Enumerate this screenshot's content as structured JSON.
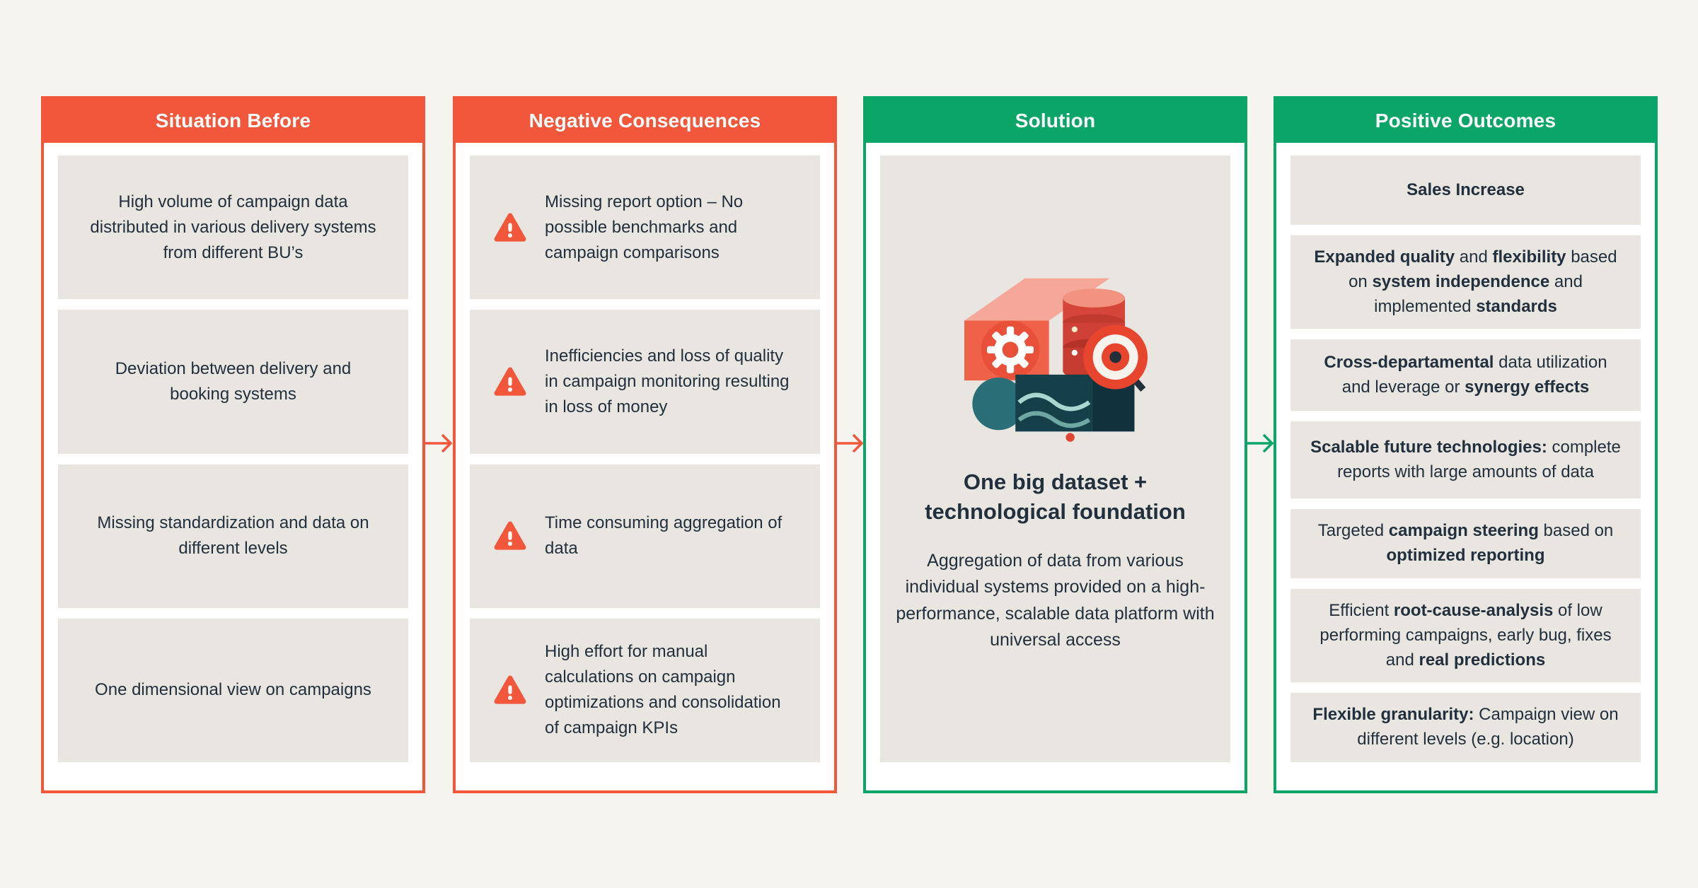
{
  "page": {
    "background": "#f6f4ef"
  },
  "colors": {
    "coral": "#F2573B",
    "green": "#0BA567",
    "box_gray": "#E9E6E1",
    "text": "#222F3C",
    "white": "#FFFFFF"
  },
  "columns": [
    {
      "title": "Situation Before",
      "accent": "#F2573B",
      "items": [
        {
          "text": "High volume of campaign data distributed in various delivery systems from different BU’s"
        },
        {
          "text": "Deviation between delivery and booking systems"
        },
        {
          "text": "Missing standardization and data on different levels"
        },
        {
          "text": "One dimensional view on campaigns"
        }
      ]
    },
    {
      "title": "Negative Consequences",
      "accent": "#F2573B",
      "items": [
        {
          "icon": "warning-icon",
          "text": "Missing report option – No possible benchmarks and campaign comparisons"
        },
        {
          "icon": "warning-icon",
          "text": "Inefficiencies and loss of quality in campaign monitoring resulting in loss of money"
        },
        {
          "icon": "warning-icon",
          "text": "Time consuming aggregation of data"
        },
        {
          "icon": "warning-icon",
          "text": "High effort for manual calculations on campaign optimizations and consolidation of campaign KPIs"
        }
      ]
    },
    {
      "title": "Solution",
      "accent": "#0BA567",
      "illustration": "data-platform-illustration",
      "headline_lines": [
        "One big dataset +",
        "technological foundation"
      ],
      "description": "Aggregation of data from various individual systems provided on a high-performance, scalable data platform with universal access"
    },
    {
      "title": "Positive Outcomes",
      "accent": "#0BA567",
      "items": [
        {
          "segments": [
            {
              "text": "Sales Increase",
              "bold": true
            }
          ]
        },
        {
          "segments": [
            {
              "text": "Expanded quality",
              "bold": true
            },
            {
              "text": " and ",
              "bold": false
            },
            {
              "text": "flexibility",
              "bold": true
            },
            {
              "text": " based on ",
              "bold": false
            },
            {
              "text": "system independence",
              "bold": true
            },
            {
              "text": " and implemented ",
              "bold": false
            },
            {
              "text": "standards",
              "bold": true
            }
          ]
        },
        {
          "segments": [
            {
              "text": "Cross-departamental",
              "bold": true
            },
            {
              "text": " data utilization and leverage or ",
              "bold": false
            },
            {
              "text": "synergy effects",
              "bold": true
            }
          ]
        },
        {
          "segments": [
            {
              "text": "Scalable future technologies:",
              "bold": true
            },
            {
              "text": " complete reports with large amounts of data",
              "bold": false
            }
          ]
        },
        {
          "segments": [
            {
              "text": "Targeted ",
              "bold": false
            },
            {
              "text": "campaign steering",
              "bold": true
            },
            {
              "text": " based on ",
              "bold": false
            },
            {
              "text": "optimized reporting",
              "bold": true
            }
          ]
        },
        {
          "segments": [
            {
              "text": "Efficient ",
              "bold": false
            },
            {
              "text": "root-cause-analysis",
              "bold": true
            },
            {
              "text": " of low performing campaigns, early bug, fixes and ",
              "bold": false
            },
            {
              "text": "real predictions",
              "bold": true
            }
          ]
        },
        {
          "segments": [
            {
              "text": "Flexible granularity:",
              "bold": true
            },
            {
              "text": " Campaign view on different levels (e.g. location)",
              "bold": false
            }
          ]
        }
      ]
    }
  ],
  "arrows": [
    {
      "name": "arrow-situation-to-consequences",
      "color": "#F2573B"
    },
    {
      "name": "arrow-consequences-to-solution",
      "color": "#F2573B"
    },
    {
      "name": "arrow-solution-to-outcomes",
      "color": "#0BA567"
    }
  ]
}
